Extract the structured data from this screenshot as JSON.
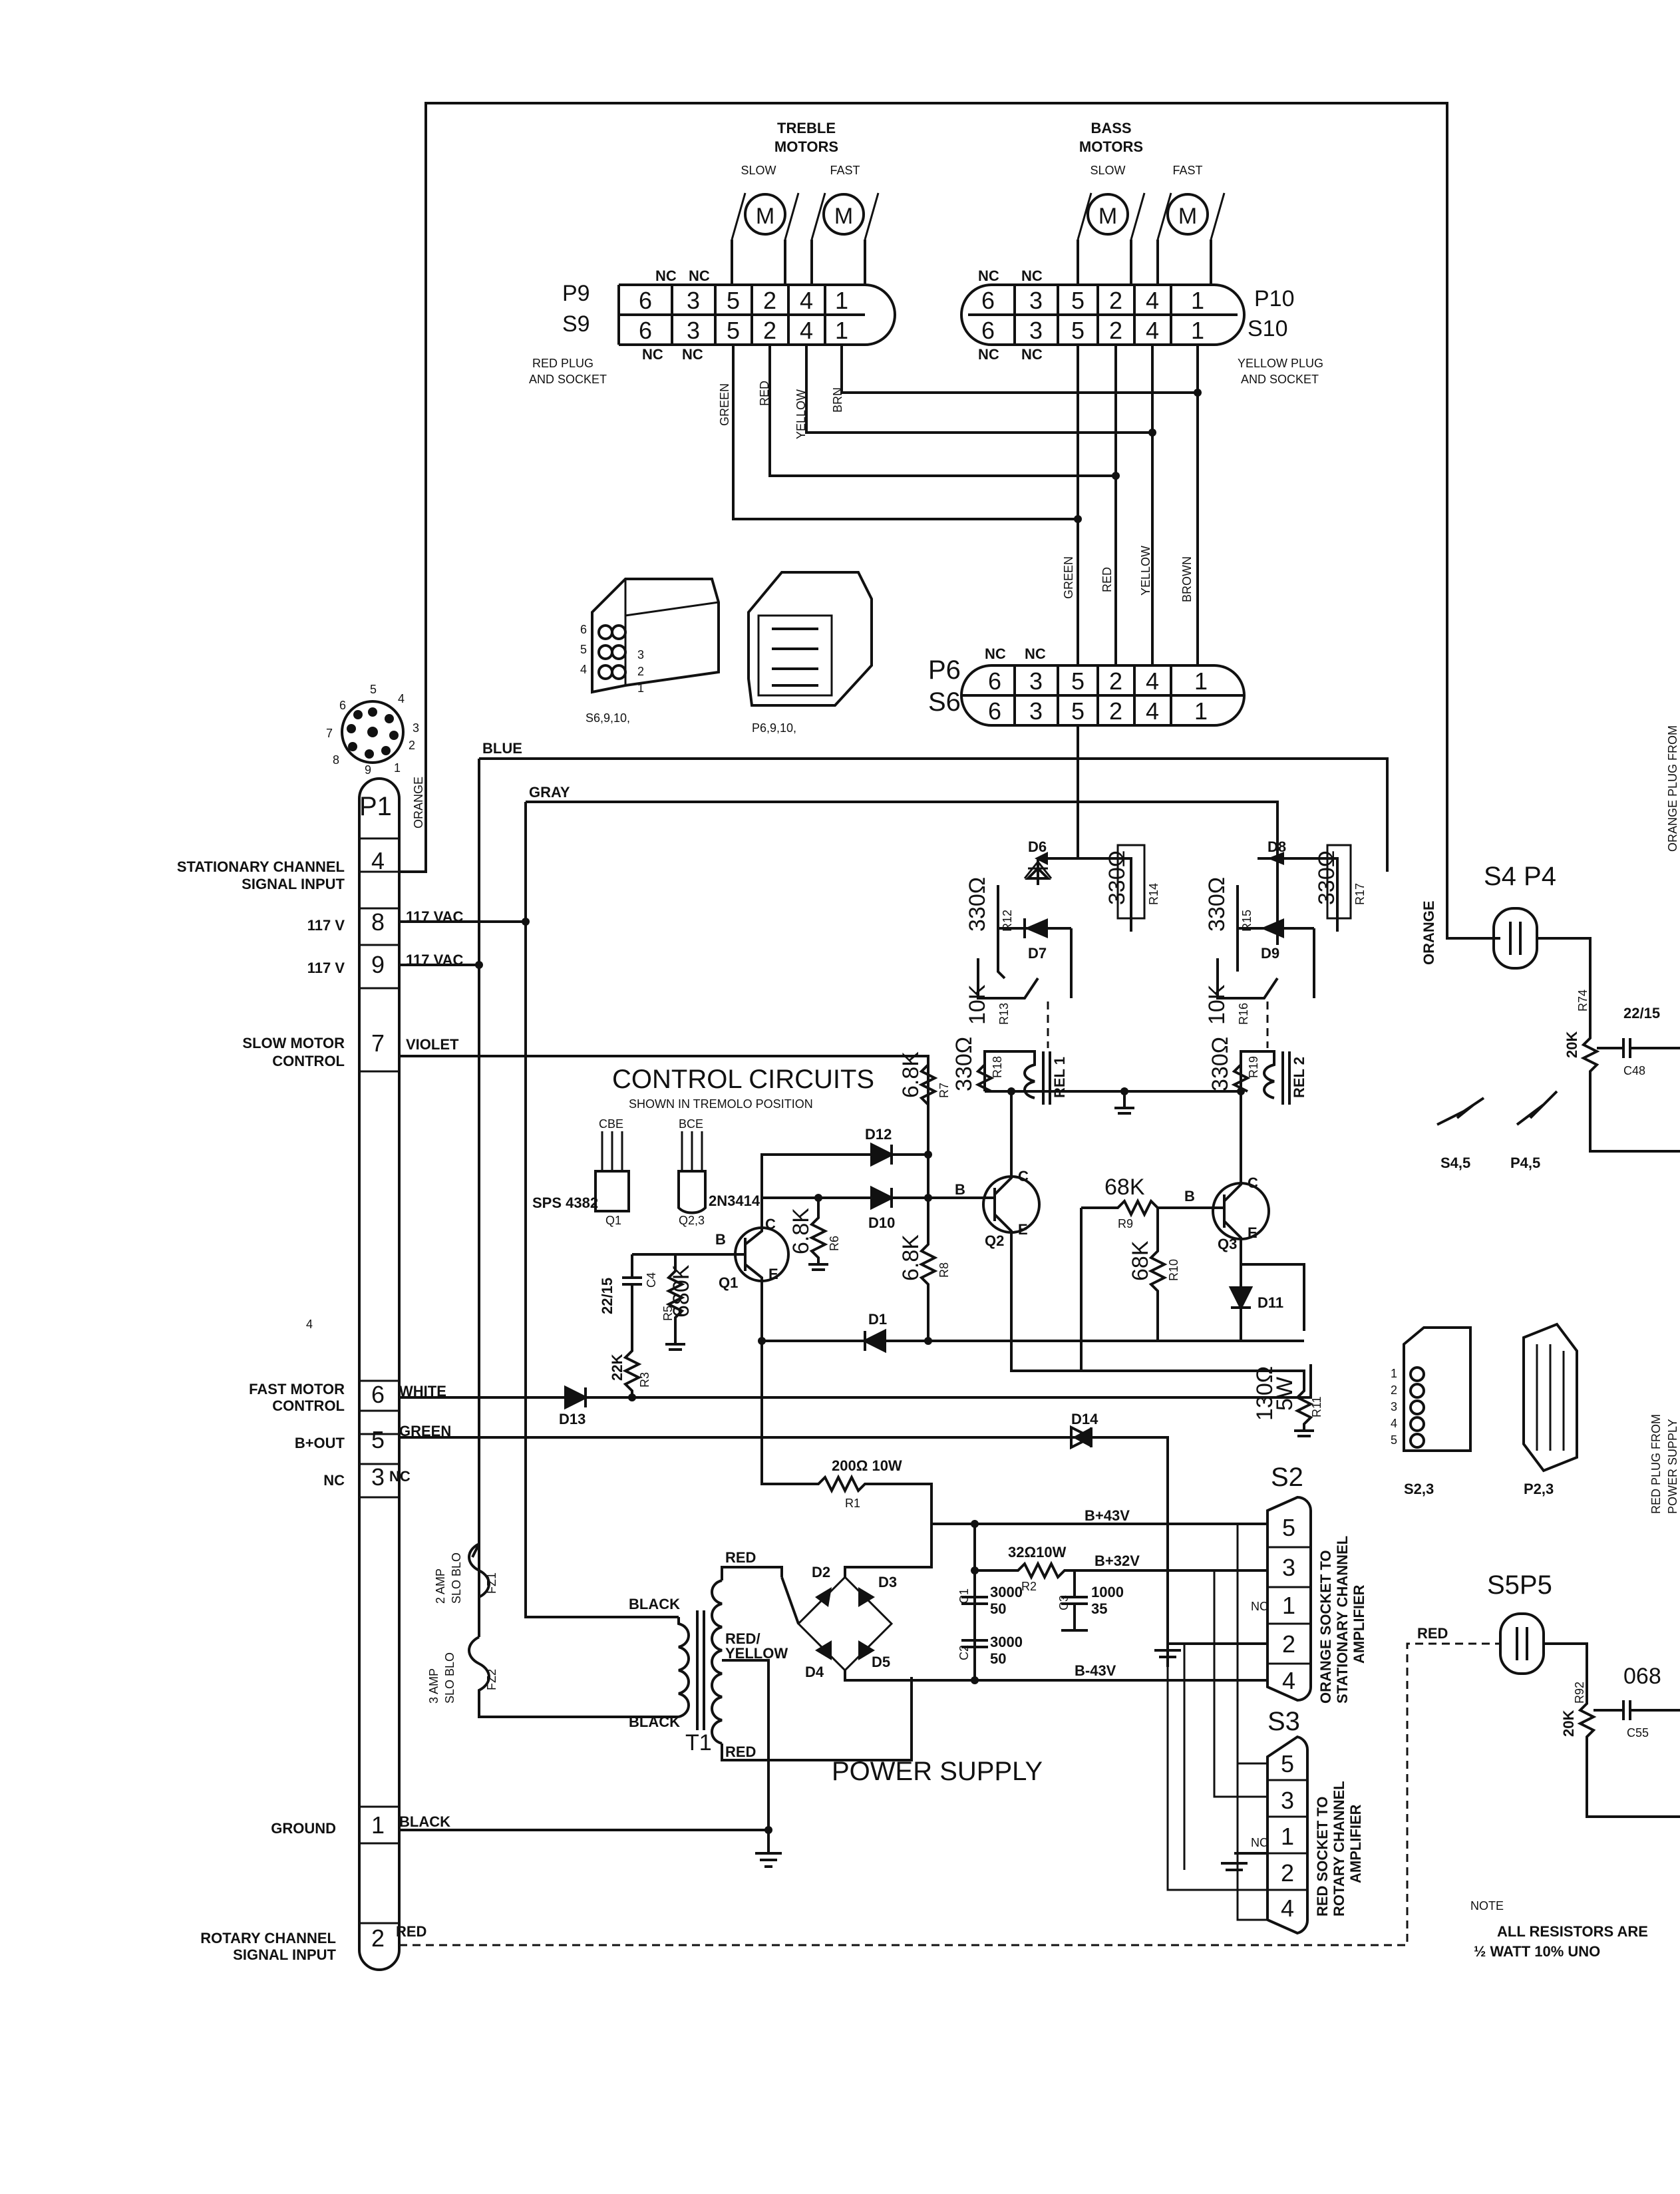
{
  "motors": {
    "treble_title_1": "TREBLE",
    "treble_title_2": "MOTORS",
    "bass_title_1": "BASS",
    "bass_title_2": "MOTORS",
    "slow": "SLOW",
    "fast": "FAST",
    "motor_symbol": "M"
  },
  "connectors": {
    "nc": "NC",
    "p9": "P9",
    "s9": "S9",
    "p10": "P10",
    "s10": "S10",
    "p6": "P6",
    "s6": "S6",
    "red_plug_1": "RED PLUG",
    "red_plug_2": "AND SOCKET",
    "yellow_plug_1": "YELLOW PLUG",
    "yellow_plug_2": "AND SOCKET",
    "pins_left": [
      "6",
      "3",
      "5",
      "2",
      "4",
      "1"
    ],
    "s69_label": "S6,9,10,",
    "p69_label": "P6,9,10,",
    "s23_label": "S2,3",
    "p23_label": "P2,3",
    "s45_label": "S4,5",
    "p45_label": "P4,5",
    "socket_pin_nums_left": [
      "6",
      "5",
      "4"
    ],
    "socket_pin_nums_right": [
      "3",
      "2",
      "1"
    ],
    "octal_pins": [
      "5",
      "4",
      "3",
      "2",
      "1",
      "9",
      "8",
      "7",
      "6"
    ],
    "s2_pins_nums": [
      "1",
      "2",
      "3",
      "4",
      "5"
    ]
  },
  "wire_colors": {
    "green": "GREEN",
    "red": "RED",
    "yellow": "YELLOW",
    "brn": "BRN.",
    "brown": "BROWN",
    "blue": "BLUE",
    "gray": "GRAY",
    "orange": "ORANGE",
    "violet": "VIOLET",
    "white": "WHITE",
    "black": "BLACK",
    "red_yellow_1": "RED/",
    "red_yellow_2": "YELLOW"
  },
  "p1": {
    "label": "P1",
    "pins": [
      {
        "num": "4",
        "label_1": "STATIONARY CHANNEL",
        "label_2": "SIGNAL INPUT",
        "wire": ""
      },
      {
        "num": "8",
        "label_1": "117 V",
        "label_2": "",
        "wire": "117 VAC"
      },
      {
        "num": "9",
        "label_1": "117 V",
        "label_2": "",
        "wire": "117 VAC"
      },
      {
        "num": "7",
        "label_1": "SLOW MOTOR",
        "label_2": "CONTROL",
        "wire": "VIOLET"
      },
      {
        "num": "6",
        "label_1": "FAST MOTOR",
        "label_2": "CONTROL",
        "wire": "WHITE"
      },
      {
        "num": "5",
        "label_1": "B+OUT",
        "label_2": "",
        "wire": "GREEN"
      },
      {
        "num": "3",
        "label_1": "NC",
        "label_2": "",
        "wire": "NC"
      },
      {
        "num": "1",
        "label_1": "GROUND",
        "label_2": "",
        "wire": "BLACK"
      },
      {
        "num": "2",
        "label_1": "ROTARY CHANNEL",
        "label_2": "SIGNAL INPUT",
        "wire": "RED"
      }
    ],
    "stray_mark": "4"
  },
  "control": {
    "title": "CONTROL CIRCUITS",
    "subtitle": "SHOWN IN TREMOLO POSITION",
    "cbe": "CBE",
    "bce": "BCE",
    "sps": "SPS 4382",
    "q1": "Q1",
    "q23": "Q2,3",
    "n2n3414": "2N3414",
    "b": "B",
    "c": "C",
    "e": "E",
    "q1_label": "Q1",
    "q2_label": "Q2",
    "q3_label": "Q3",
    "d1": "D1",
    "d6": "D6",
    "d7": "D7",
    "d8": "D8",
    "d9": "D9",
    "d10": "D10",
    "d11": "D11",
    "d12": "D12",
    "d13": "D13",
    "d14": "D14",
    "r3_v": "22K",
    "r3": "R3",
    "r5_v": "680K",
    "r5": "R5",
    "r6_v": "6.8K",
    "r6": "R6",
    "r7_v": "6.8K",
    "r7": "R7",
    "r8_v": "6.8K",
    "r8": "R8",
    "r9_v": "68K",
    "r9": "R9",
    "r10_v": "68K",
    "r10": "R10",
    "r11_v1": "130Ω",
    "r11_v2": "5W",
    "r11": "R11",
    "r12": "R12",
    "r13": "R13",
    "r14": "R14",
    "r15": "R15",
    "r16": "R16",
    "r17": "R17",
    "r18": "R18",
    "r19": "R19",
    "v330": "330Ω",
    "v10k": "10K",
    "c4_v": "22/15",
    "c4": "C4",
    "rel1": "REL 1",
    "rel2": "REL 2"
  },
  "power": {
    "title": "POWER SUPPLY",
    "r1_v": "200Ω 10W",
    "r1": "R1",
    "r2_v": "32Ω10W",
    "r2": "R2",
    "c1": "C1",
    "c2": "C2",
    "c3": "C3",
    "c1_v1": "3000",
    "c1_v2": "50",
    "c2_v1": "3000",
    "c2_v2": "50",
    "c3_v1": "1000",
    "c3_v2": "35",
    "d2": "D2",
    "d3": "D3",
    "d4": "D4",
    "d5": "D5",
    "t1": "T1",
    "bp43": "B+43V",
    "bp32": "B+32V",
    "bm43": "B-43V",
    "fz1_1": "2 AMP",
    "fz1_2": "SLO BLO",
    "fz1": "FZ1",
    "fz2_1": "3 AMP",
    "fz2_2": "SLO BLO",
    "fz2": "FZ2"
  },
  "sockets": {
    "s2": "S2",
    "s3": "S3",
    "s2_desc_1": "ORANGE SOCKET TO",
    "s2_desc_2": "STATIONARY CHANNEL",
    "s2_desc_3": "AMPLIFIER",
    "s3_desc_1": "RED SOCKET TO",
    "s3_desc_2": "ROTARY CHANNEL",
    "s3_desc_3": "AMPLIFIER",
    "s2_pins": [
      "5",
      "3",
      "1",
      "2",
      "4"
    ],
    "s3_pins": [
      "5",
      "3",
      "1",
      "2",
      "4"
    ]
  },
  "right": {
    "s4p4": "S4 P4",
    "s5p5": "S5P5",
    "r74": "R74",
    "r92": "R92",
    "v20k": "20K",
    "v2215": "22/15",
    "c48": "C48",
    "v068": "068",
    "c55": "C55",
    "orange_plug_1": "ORANGE PLUG FROM",
    "red_plug_1": "RED PLUG FROM",
    "red_plug_2": "POWER SUPPLY"
  },
  "note": {
    "title": "NOTE",
    "line1": "ALL RESISTORS ARE",
    "line2": "½ WATT 10% UNO"
  }
}
